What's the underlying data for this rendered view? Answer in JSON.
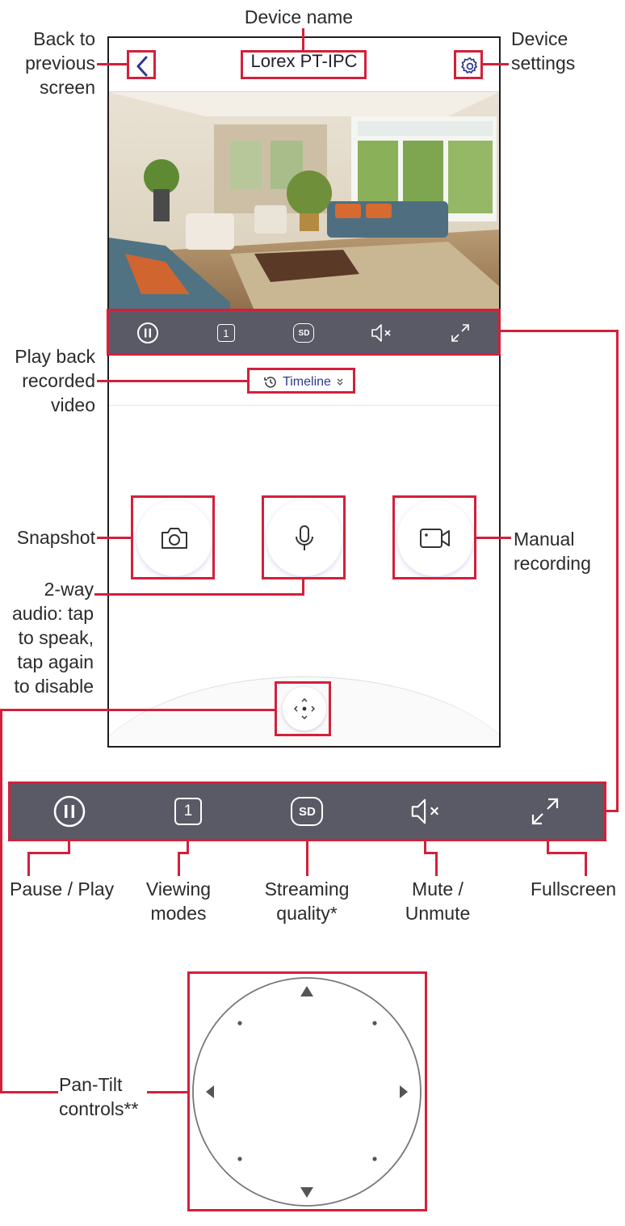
{
  "phone": {
    "title": "Lorex PT-IPC",
    "timeline_label": "Timeline"
  },
  "callouts": {
    "device_name": "Device name",
    "back": [
      "Back to",
      "previous",
      "screen"
    ],
    "settings": [
      "Device",
      "settings"
    ],
    "playback": [
      "Play back",
      "recorded",
      "video"
    ],
    "snapshot": "Snapshot",
    "manual_recording": [
      "Manual",
      "recording"
    ],
    "two_way_audio": [
      "2-way",
      "audio: tap",
      "to speak,",
      "tap again",
      "to disable"
    ],
    "pause_play": "Pause / Play",
    "viewing_modes": [
      "Viewing",
      "modes"
    ],
    "streaming_quality": [
      "Streaming",
      "quality*"
    ],
    "mute_unmute": [
      "Mute /",
      "Unmute"
    ],
    "fullscreen": "Fullscreen",
    "pan_tilt": [
      "Pan-Tilt",
      "controls**"
    ]
  },
  "toolbar": {
    "viewing_mode_value": "1",
    "quality_value": "SD"
  },
  "colors": {
    "callout_red": "#d3203a",
    "toolbar_gray": "#5a5a66",
    "accent_blue": "#2f3a8f"
  }
}
